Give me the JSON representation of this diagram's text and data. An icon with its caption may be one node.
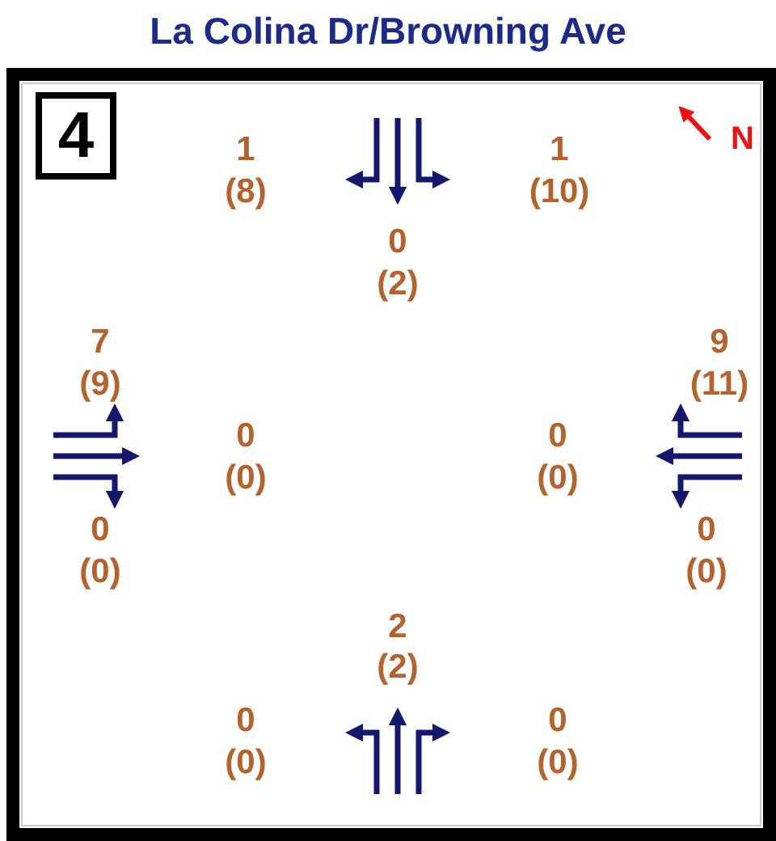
{
  "diagram": {
    "title": "La Colina Dr/Browning Ave",
    "nodes": [
      {
        "text": [
          "4"
        ]
      }
    ],
    "labels": [
      "1",
      "(8)",
      "1",
      "(10)",
      "N",
      "0",
      "(2)",
      "7",
      "(9)",
      "9",
      "(11)",
      "0",
      "(0)",
      "0",
      "(0)",
      "0",
      "(0)",
      "0",
      "(0)",
      "2",
      "(2)",
      "0",
      "(0)",
      "0",
      "(0)"
    ]
  }
}
